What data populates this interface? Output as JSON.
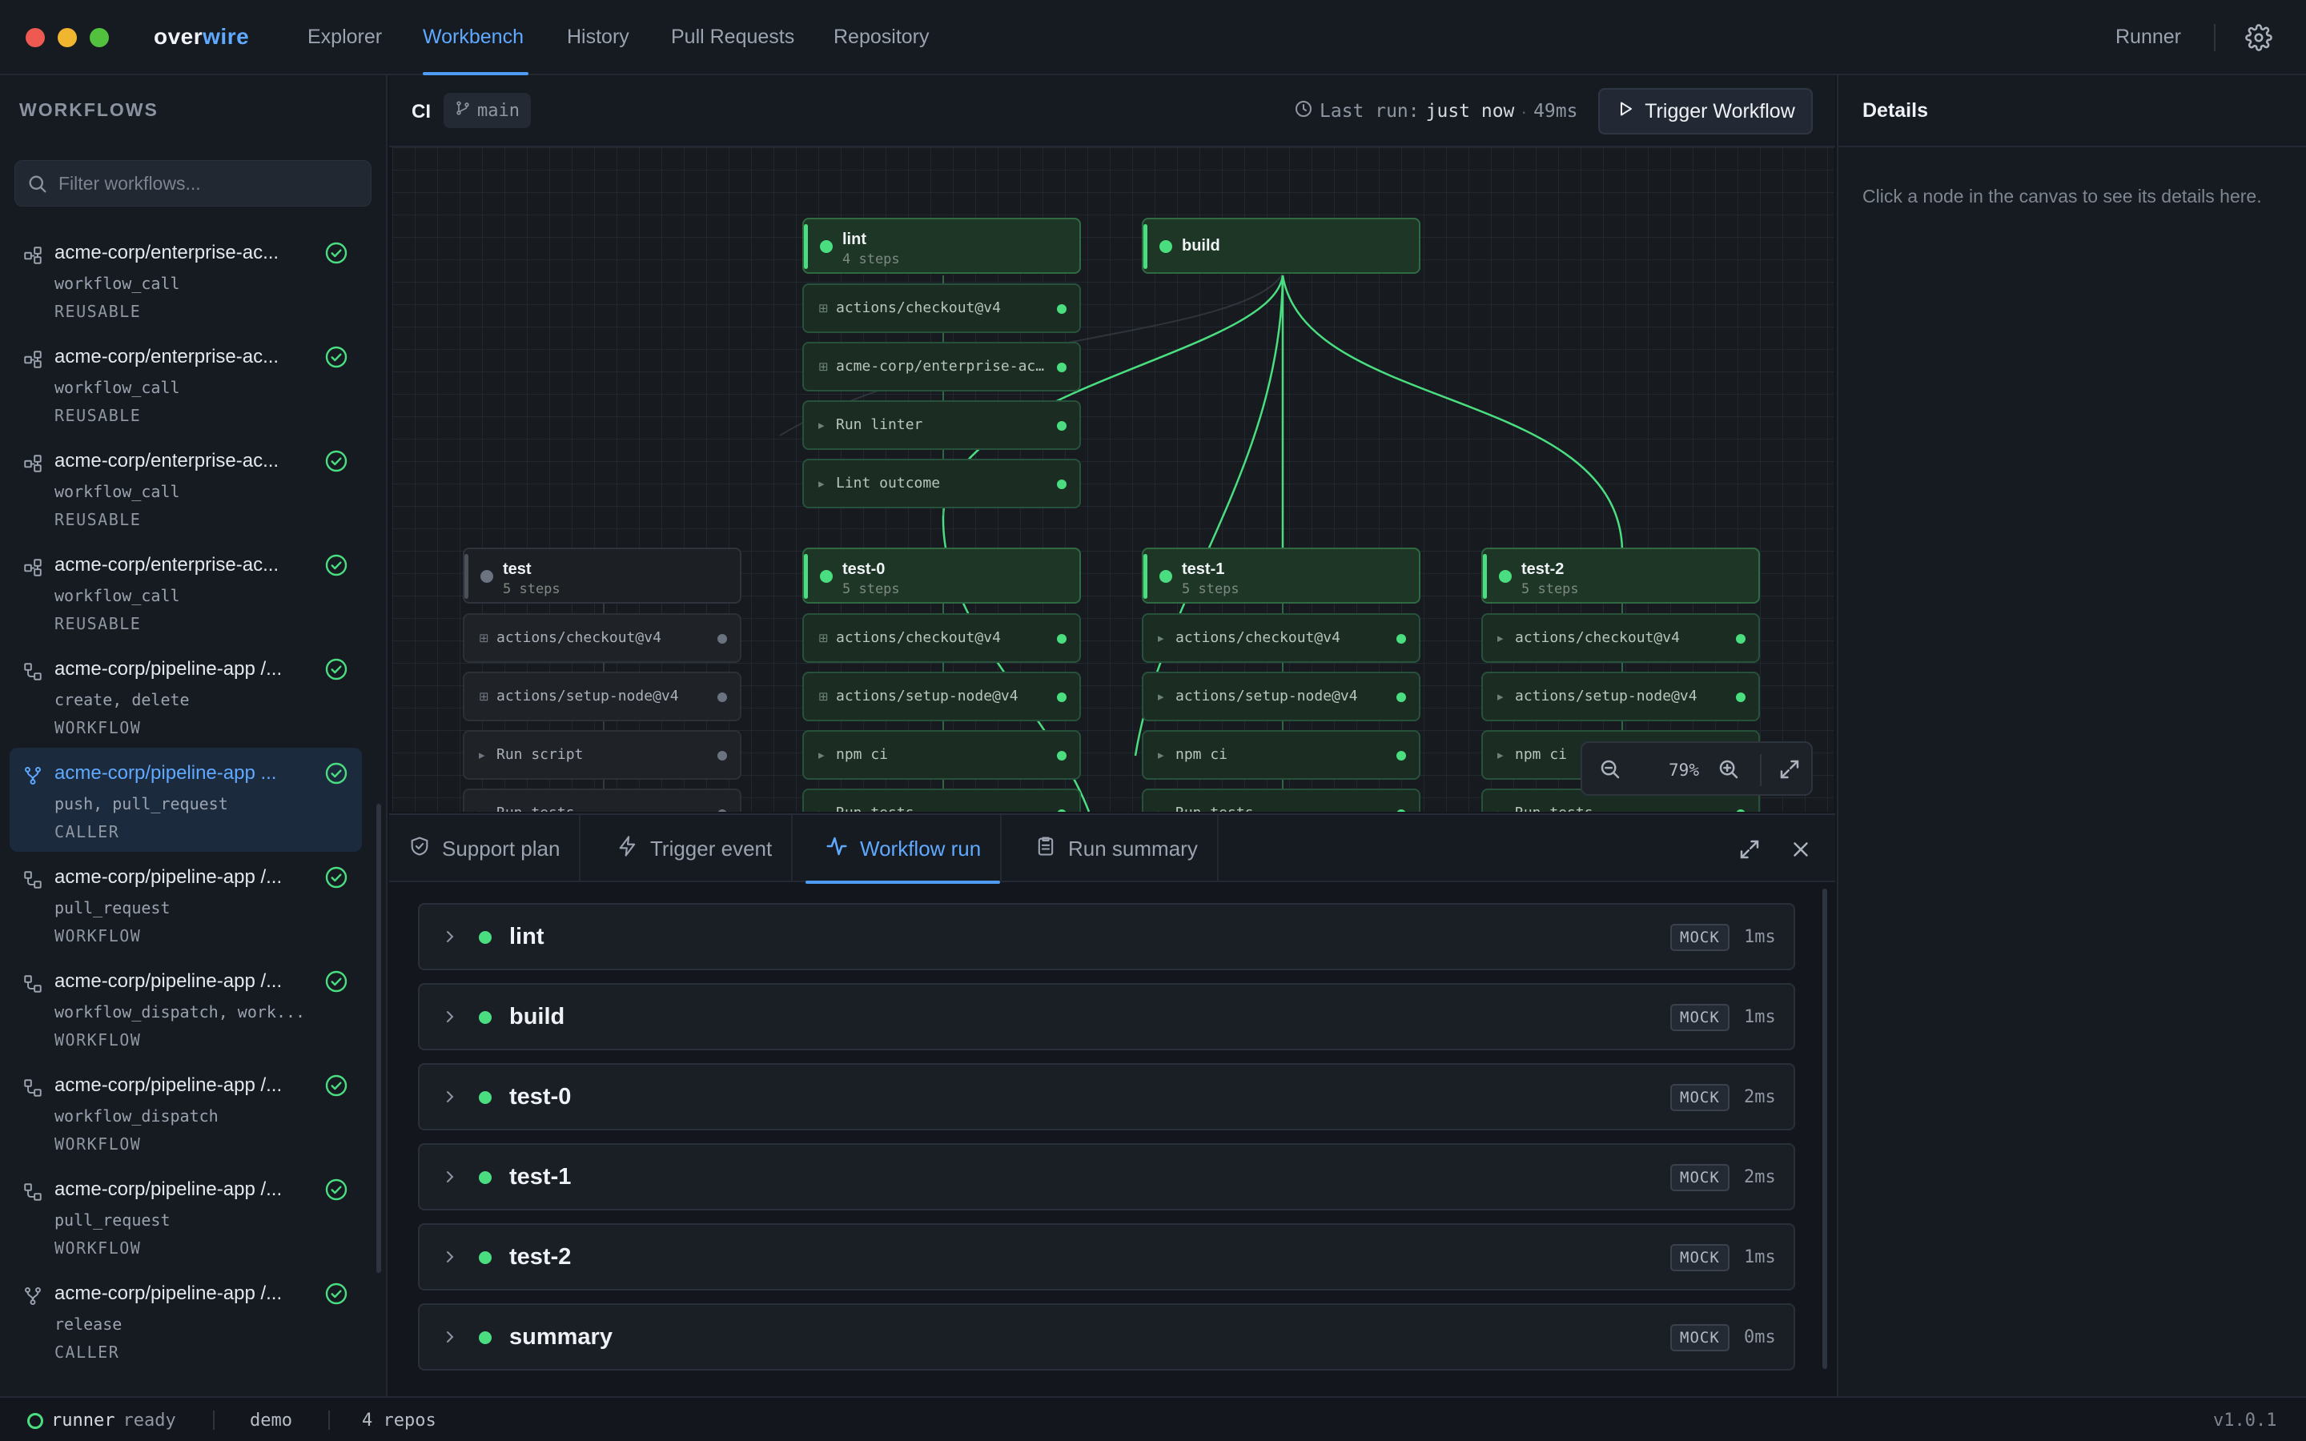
{
  "app": {
    "brand_main": "over",
    "brand_accent": "wire",
    "nav_tabs": [
      "Explorer",
      "Workbench",
      "History",
      "Pull Requests",
      "Repository"
    ],
    "active_tab": "Workbench",
    "runner_link": "Runner"
  },
  "sidebar": {
    "title": "WORKFLOWS",
    "search_placeholder": "Filter workflows...",
    "items": [
      {
        "name": "acme-corp/enterprise-ac...",
        "trigger": "workflow_call",
        "kind": "REUSABLE",
        "icon": "reusable-workflow-icon",
        "status": "success"
      },
      {
        "name": "acme-corp/enterprise-ac...",
        "trigger": "workflow_call",
        "kind": "REUSABLE",
        "icon": "reusable-workflow-icon",
        "status": "success"
      },
      {
        "name": "acme-corp/enterprise-ac...",
        "trigger": "workflow_call",
        "kind": "REUSABLE",
        "icon": "reusable-workflow-icon",
        "status": "success"
      },
      {
        "name": "acme-corp/enterprise-ac...",
        "trigger": "workflow_call",
        "kind": "REUSABLE",
        "icon": "reusable-workflow-icon",
        "status": "success"
      },
      {
        "name": "acme-corp/pipeline-app /...",
        "trigger": "create, delete",
        "kind": "WORKFLOW",
        "icon": "workflow-icon",
        "status": "success"
      },
      {
        "name": "acme-corp/pipeline-app ...",
        "trigger": "push, pull_request",
        "kind": "CALLER",
        "icon": "caller-workflow-icon",
        "status": "success",
        "selected": true
      },
      {
        "name": "acme-corp/pipeline-app /...",
        "trigger": "pull_request",
        "kind": "WORKFLOW",
        "icon": "workflow-icon",
        "status": "success"
      },
      {
        "name": "acme-corp/pipeline-app /...",
        "trigger": "workflow_dispatch, work...",
        "kind": "WORKFLOW",
        "icon": "workflow-icon",
        "status": "success"
      },
      {
        "name": "acme-corp/pipeline-app /...",
        "trigger": "workflow_dispatch",
        "kind": "WORKFLOW",
        "icon": "workflow-icon",
        "status": "success"
      },
      {
        "name": "acme-corp/pipeline-app /...",
        "trigger": "pull_request",
        "kind": "WORKFLOW",
        "icon": "workflow-icon",
        "status": "success"
      },
      {
        "name": "acme-corp/pipeline-app /...",
        "trigger": "release",
        "kind": "CALLER",
        "icon": "caller-workflow-icon",
        "status": "success"
      }
    ]
  },
  "header": {
    "workflow": "CI",
    "branch": "main",
    "last_run_label": "Last run:",
    "last_run_value": "just now",
    "last_run_separator": "·",
    "duration": "49ms",
    "trigger_button": "Trigger Workflow"
  },
  "canvas": {
    "zoom": "79%",
    "jobs": [
      {
        "id": "lint",
        "name": "lint",
        "steps_label": "4 steps",
        "state": "success",
        "steps": [
          "actions/checkout@v4",
          "acme-corp/enterprise-ac…",
          "Run linter",
          "Lint outcome"
        ],
        "step_icons": [
          "action",
          "action",
          "run",
          "run"
        ]
      },
      {
        "id": "build",
        "name": "build",
        "steps_label": "",
        "state": "success",
        "steps": [],
        "step_icons": []
      },
      {
        "id": "test",
        "name": "test",
        "steps_label": "5 steps",
        "state": "idle",
        "steps": [
          "actions/checkout@v4",
          "actions/setup-node@v4",
          "Run script",
          "Run tests"
        ],
        "step_icons": [
          "action",
          "action",
          "run",
          "run"
        ]
      },
      {
        "id": "test-0",
        "name": "test-0",
        "steps_label": "5 steps",
        "state": "success",
        "steps": [
          "actions/checkout@v4",
          "actions/setup-node@v4",
          "npm ci",
          "Run tests"
        ],
        "step_icons": [
          "action",
          "action",
          "run",
          "run"
        ]
      },
      {
        "id": "test-1",
        "name": "test-1",
        "steps_label": "5 steps",
        "state": "success",
        "steps": [
          "actions/checkout@v4",
          "actions/setup-node@v4",
          "npm ci",
          "Run tests"
        ],
        "step_icons": [
          "run",
          "run",
          "run",
          "run"
        ]
      },
      {
        "id": "test-2",
        "name": "test-2",
        "steps_label": "5 steps",
        "state": "success",
        "steps": [
          "actions/checkout@v4",
          "actions/setup-node@v4",
          "npm ci",
          "Run tests"
        ],
        "step_icons": [
          "run",
          "run",
          "run",
          "run"
        ]
      }
    ]
  },
  "panel": {
    "tabs": [
      {
        "label": "Support plan",
        "icon": "shield-check-icon"
      },
      {
        "label": "Trigger event",
        "icon": "lightning-icon"
      },
      {
        "label": "Workflow run",
        "icon": "activity-icon"
      },
      {
        "label": "Run summary",
        "icon": "clipboard-icon"
      }
    ],
    "active_tab": "Workflow run",
    "runs": [
      {
        "name": "lint",
        "badge": "MOCK",
        "duration": "1ms",
        "status": "success"
      },
      {
        "name": "build",
        "badge": "MOCK",
        "duration": "1ms",
        "status": "success"
      },
      {
        "name": "test-0",
        "badge": "MOCK",
        "duration": "2ms",
        "status": "success"
      },
      {
        "name": "test-1",
        "badge": "MOCK",
        "duration": "2ms",
        "status": "success"
      },
      {
        "name": "test-2",
        "badge": "MOCK",
        "duration": "1ms",
        "status": "success"
      },
      {
        "name": "summary",
        "badge": "MOCK",
        "duration": "0ms",
        "status": "success"
      }
    ]
  },
  "details": {
    "title": "Details",
    "empty_message": "Click a node in the canvas to see its details here."
  },
  "statusbar": {
    "runner_name": "runner",
    "runner_state": "ready",
    "environment": "demo",
    "repos": "4 repos",
    "version": "v1.0.1"
  },
  "colors": {
    "accent": "#5fa9ff",
    "success": "#4ade80",
    "background": "#13161c",
    "panel": "#161a21"
  }
}
